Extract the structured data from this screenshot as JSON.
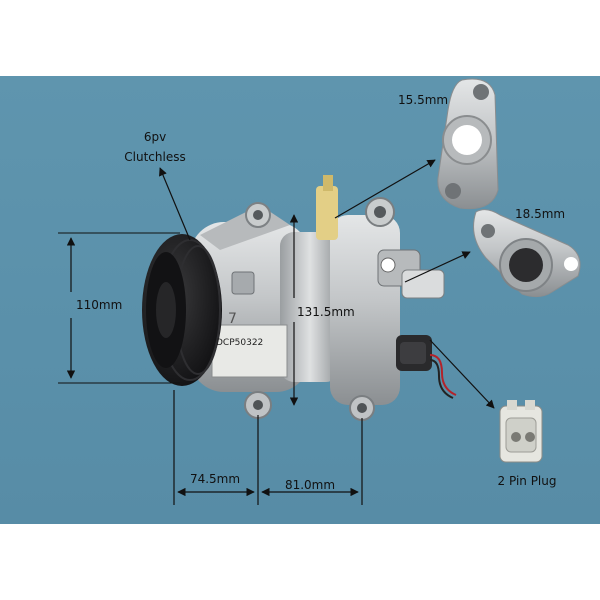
{
  "labels": {
    "belt": [
      "6pv",
      "Clutchless"
    ],
    "height": "110mm",
    "length": "131.5mm",
    "mount_left": "74.5mm",
    "mount_right": "81.0mm",
    "port_small": "15.5mm",
    "port_large": "18.5mm",
    "plug": "2 Pin Plug",
    "tag_code": "DCP50322",
    "body_mark": "7"
  },
  "colors": {
    "background": "#5b91ab",
    "metal": "#c9cccd",
    "pulley": "#1c1c1e"
  }
}
